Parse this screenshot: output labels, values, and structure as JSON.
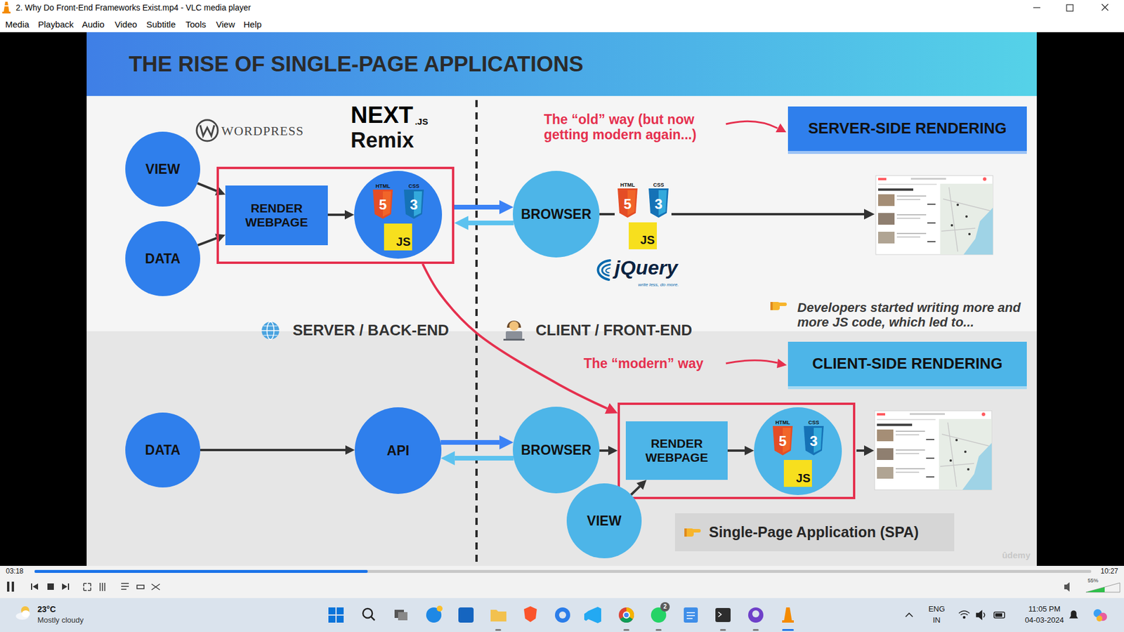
{
  "diagram": {
    "title": "THE RISE OF SINGLE-PAGE APPLICATIONS",
    "nodes": [
      {
        "text": [
          "VIEW"
        ]
      },
      {
        "text": [
          "DATA"
        ]
      },
      {
        "text": []
      },
      {
        "text": [
          "RENDER WEBPAGE"
        ],
        "in": 2
      },
      {
        "text": [
          "HTML",
          "5",
          "CSS",
          "3",
          "JS"
        ],
        "in": 2
      },
      {
        "text": [
          "BROWSER"
        ]
      },
      {
        "text": [
          "SERVER-SIDE RENDERING"
        ]
      },
      {
        "text": [
          "CLIENT-SIDE RENDERING"
        ]
      },
      {
        "text": [
          "DATA"
        ]
      },
      {
        "text": [
          "API"
        ]
      },
      {
        "text": [
          "BROWSER"
        ]
      },
      {
        "text": []
      },
      {
        "text": [
          "RENDER WEBPAGE"
        ],
        "in": 11
      },
      {
        "text": [
          "HTML",
          "5",
          "CSS",
          "3",
          "JS"
        ],
        "in": 11
      },
      {
        "text": [
          "VIEW"
        ]
      },
      {
        "text": [
          "Single-Page Application (SPA)"
        ]
      }
    ],
    "edges": [
      {
        "from": 0,
        "to": 3,
        "arrow": "to"
      },
      {
        "from": 1,
        "to": 3,
        "arrow": "to"
      },
      {
        "from": 3,
        "to": 4,
        "arrow": "to"
      },
      {
        "from": 2,
        "to": 5,
        "arrow": "to"
      },
      {
        "from": 5,
        "to": 2,
        "arrow": "to"
      },
      {
        "from": 2,
        "to": 11,
        "arrow": "to"
      },
      {
        "from": 8,
        "to": 9,
        "arrow": "to"
      },
      {
        "from": 9,
        "to": 10,
        "arrow": "to"
      },
      {
        "from": 10,
        "to": 9,
        "arrow": "to"
      },
      {
        "from": 10,
        "to": 11,
        "arrow": "to"
      },
      {
        "from": 12,
        "to": 13,
        "arrow": "to"
      },
      {
        "from": 14,
        "to": 12,
        "arrow": "to"
      }
    ],
    "labels": [
      "2. Why Do Front-End Frameworks Exist.mp4 - VLC media player",
      "Media",
      "Playback",
      "Audio",
      "Video",
      "Subtitle",
      "Tools",
      "View",
      "Help",
      "WORDPRESS",
      "NEXT",
      ".JS",
      "Remix",
      "The “old” way (but now getting modern again...)",
      "HTML",
      "5",
      "CSS",
      "3",
      "JS",
      "jQuery",
      "write less, do more.",
      "Developers started writing more and more JS code, which led to...",
      "SERVER / BACK-END",
      "CLIENT / FRONT-END",
      "The “modern” way",
      "ûdemy",
      "03:18",
      "10:27",
      "55%",
      "23°C",
      "Mostly cloudy",
      "ENG",
      "IN",
      "11:05 PM",
      "04-03-2024",
      "2"
    ]
  }
}
